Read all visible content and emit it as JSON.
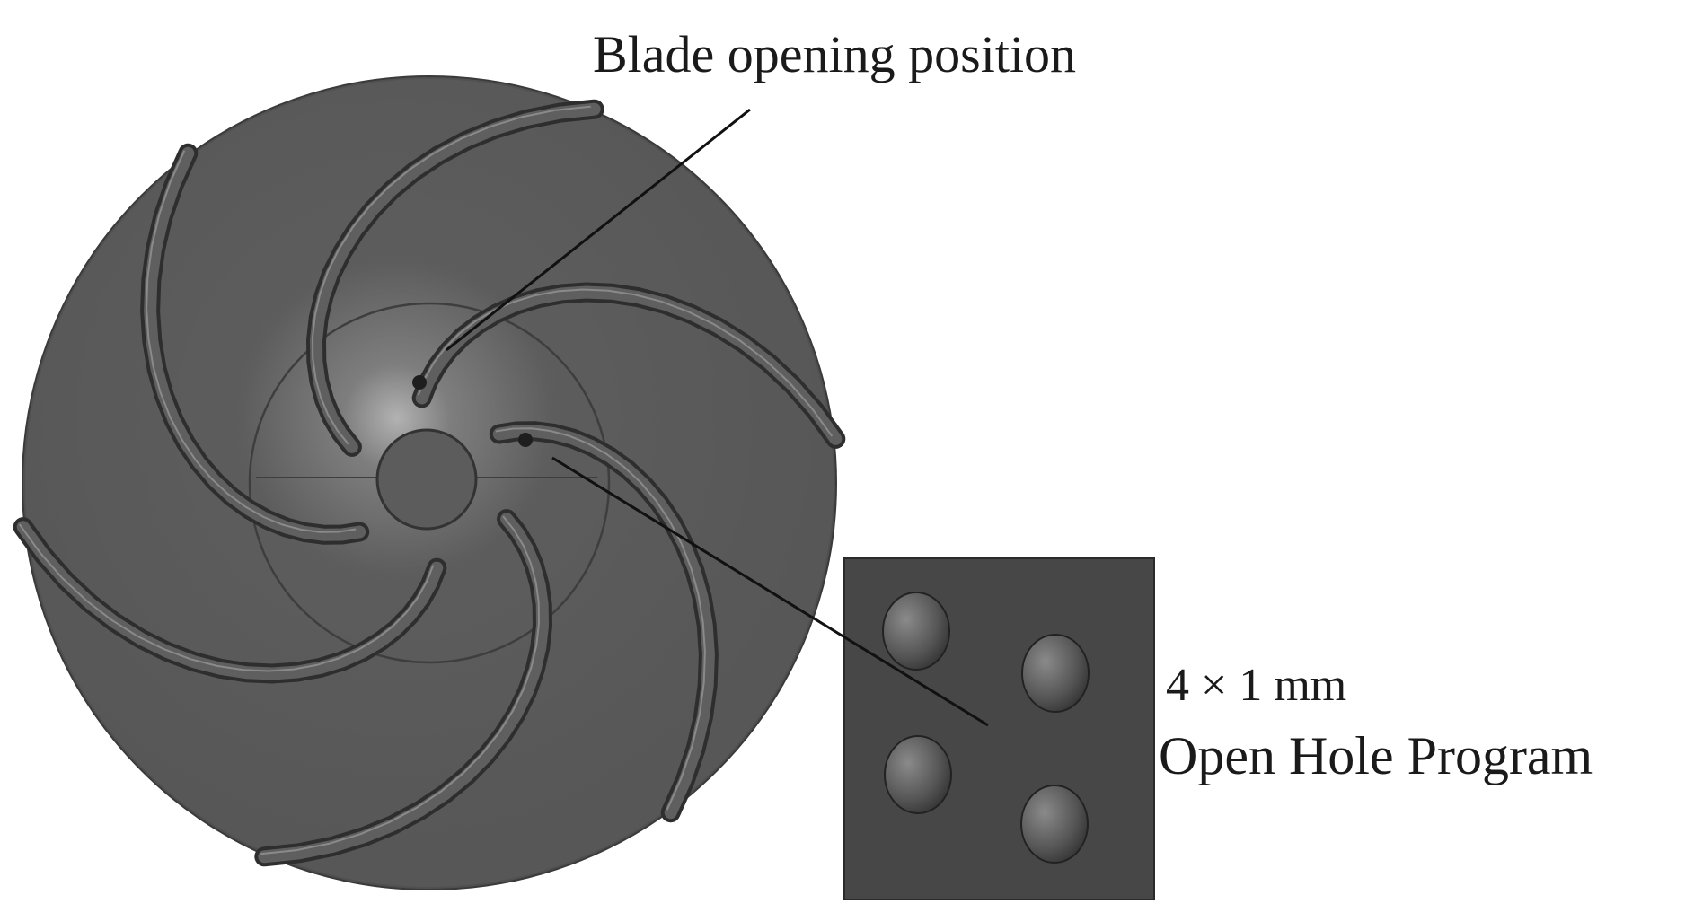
{
  "labels": {
    "blade_opening": "Blade opening position",
    "hole_size": "4 × 1 mm",
    "hole_program": "Open Hole Program"
  },
  "colors": {
    "impeller_body": "#5a5a5a",
    "impeller_edge": "#3a3a3a",
    "blade_groove": "#2e2e2e",
    "blade_highlight": "#8a8a8a",
    "inset_panel": "#474747",
    "leader_line": "#111111"
  }
}
